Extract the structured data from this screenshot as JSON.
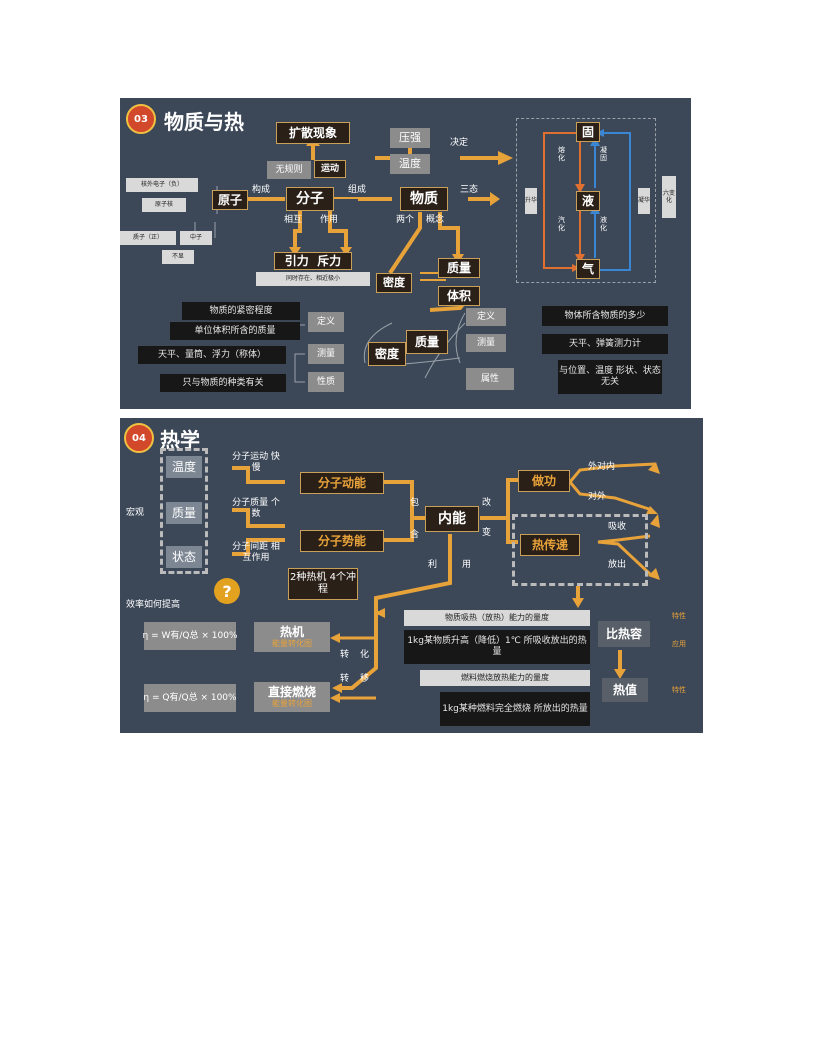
{
  "section3": {
    "badge": "03",
    "title": "物质与热",
    "kuosan": "扩散现象",
    "yaqiang": "压强",
    "wendu": "温度",
    "jueding": "决定",
    "wuguize": "无规则",
    "yundong": "运动",
    "goucheng1": "构成",
    "goucheng2": "组成",
    "yuanzi": "原子",
    "fenzi": "分子",
    "wuzhi": "物质",
    "santai": "三态",
    "hewai": "核外电子（负）",
    "yuanzihe": "原子核",
    "zhizi": "质子（正）",
    "zhongzi": "中子",
    "buxian": "不显",
    "xianghu": "相互",
    "zuoyong": "作用",
    "yinli": "引力",
    "chili": "斥力",
    "tongshi": "同时存在、相近极小",
    "liangge": "两个",
    "gainian": "概念",
    "zhiliang_top": "质量",
    "tiji": "体积",
    "midu_small": "密度",
    "gu": "固",
    "ye": "液",
    "qi": "气",
    "ronghua": "熔化",
    "ninggu": "凝固",
    "qihua": "汽化",
    "yehua": "液化",
    "shenghua": "升华",
    "ninghua": "凝华",
    "liubianhua": "六变化",
    "midu_def1": "物质的紧密程度",
    "midu_def2": "单位体积所含的质量",
    "midu_meas": "天平、量筒、浮力（称体）",
    "midu_prop": "只与物质的种类有关",
    "dingyi": "定义",
    "celiang": "测量",
    "xingzhi": "性质",
    "midu_big": "密度",
    "zhiliang_big": "质量",
    "zl_dingyi": "定义",
    "zl_celiang": "测量",
    "zl_shuxing": "属性",
    "zl_def": "物体所含物质的多少",
    "zl_meas": "天平、弹簧测力计",
    "zl_prop": "与位置、温度 形状、状态无关"
  },
  "section4": {
    "badge": "04",
    "title": "热学",
    "hongguan": "宏观",
    "wendu": "温度",
    "zhiliang": "质量",
    "zhuangtai": "状态",
    "fz_yundong": "分子运动 快慢",
    "fz_zhiliang": "分子质量 个数",
    "fz_jianju": "分子间距 相互作用",
    "dongneng": "分子动能",
    "shineng": "分子势能",
    "bao": "包",
    "han": "含",
    "neineng": "内能",
    "gai": "改",
    "bian": "变",
    "li": "利",
    "yong": "用",
    "zuogong": "做功",
    "reChuandi": "热传递",
    "duineinei": "外对内",
    "duiwai": "对外",
    "xishou": "吸收",
    "fangchu": "放出",
    "rejijichong": "2种热机 4个冲程",
    "xiaolv": "效率如何提高",
    "formula1": "η = W有/Q总 × 100%",
    "formula2": "η = Q有/Q总 × 100%",
    "reji": "热机",
    "reji_sub": "能量转化图",
    "zhijie": "直接燃烧",
    "zhijie_sub": "能量转化图",
    "zhuan1": "转",
    "hua": "化",
    "zhuan2": "转",
    "yi": "移",
    "bire_def1": "物质吸热（放热）能力的量度",
    "bire_def2": "1kg某物质升高（降低）1℃ 所吸收放出的热量",
    "birerong": "比热容",
    "rezhi_def1": "燃料燃烧放热能力的量度",
    "rezhi_def2": "1kg某种燃料完全燃烧 所放出的热量",
    "rezhi": "热值",
    "side1": "特性",
    "side2": "应用",
    "side3": "特性"
  },
  "colors": {
    "panel": "#3c4858",
    "accent": "#e8a23a",
    "box": "#2a2018"
  }
}
